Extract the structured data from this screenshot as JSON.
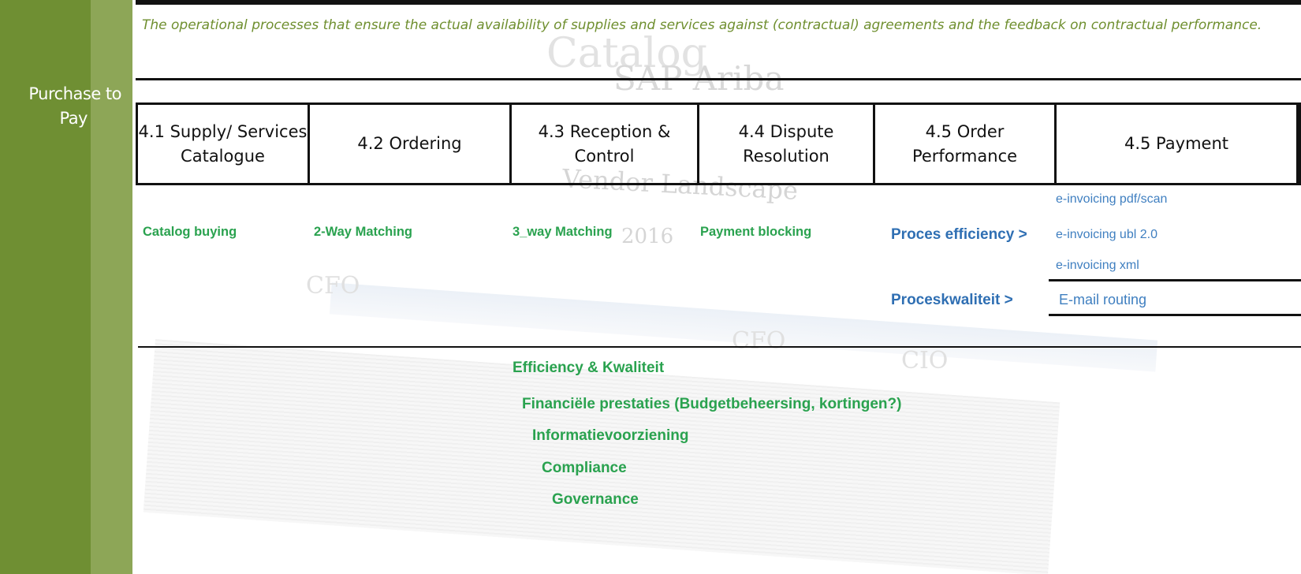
{
  "side_title": {
    "line1": "Purchase to",
    "line2": "Pay"
  },
  "description": "The operational processes that ensure the actual availability of supplies and services against (contractual) agreements and the feedback on contractual performance.",
  "background_watermark": {
    "w1": "Catalog",
    "w2": "SAP Ariba",
    "w3": "Vendor Landscape",
    "w4": "2016",
    "w5": "CFO",
    "w6": "CFO",
    "w7": "CIO"
  },
  "process_steps": [
    {
      "label": "4.1 Supply/ Services Catalogue"
    },
    {
      "label": "4.2 Ordering"
    },
    {
      "label": "4.3 Reception & Control"
    },
    {
      "label": "4.4 Dispute Resolution"
    },
    {
      "label": "4.5 Order Performance"
    },
    {
      "label": "4.5 Payment"
    }
  ],
  "activities": {
    "catalog_buying": "Catalog buying",
    "two_way": "2-Way Matching",
    "three_way": "3_way Matching",
    "payment_blocking": "Payment blocking"
  },
  "process_links": {
    "efficiency": "Proces efficiency >",
    "quality": "Proceskwaliteit >"
  },
  "payment_items": {
    "einv_pdf": "e-invoicing pdf/scan",
    "einv_ubl": "e-invoicing ubl 2.0",
    "einv_xml": "e-invoicing xml",
    "email_routing": "E-mail routing"
  },
  "outcomes": [
    "Efficiency & Kwaliteit",
    "Financiële prestaties (Budgetbeheersing, kortingen?)",
    "Informatievoorziening",
    "Compliance",
    "Governance"
  ],
  "colors": {
    "band_dark": "#6f8f33",
    "band_light": "#8da657",
    "green_text": "#2aa24f",
    "blue_text": "#2f6fb3",
    "desc_text": "#6f8f2f"
  }
}
